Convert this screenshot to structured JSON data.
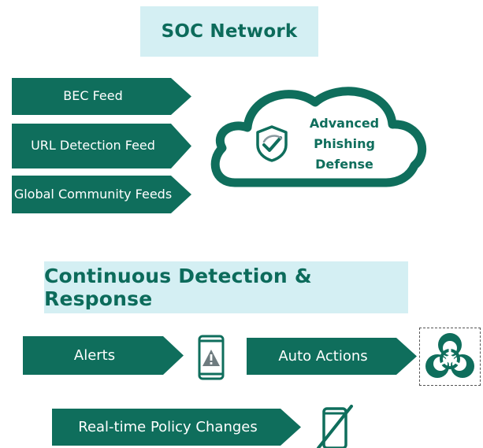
{
  "soc": {
    "title": "SOC Network",
    "feeds": [
      {
        "label": "BEC Feed"
      },
      {
        "label": "URL Detection Feed"
      },
      {
        "label": "Global Community Feeds"
      }
    ],
    "cloud_label": "Advanced Phishing Defense",
    "cloud_icon": "shield-check-icon"
  },
  "cdr": {
    "title": "Continuous Detection & Response",
    "alerts_label": "Alerts",
    "alerts_icon": "phone-warning-icon",
    "auto_actions_label": "Auto Actions",
    "auto_actions_icon": "biohazard-icon",
    "policy_label": "Real-time Policy Changes",
    "policy_icon": "phone-blocked-icon"
  },
  "colors": {
    "primary": "#0f6e5c",
    "title_bg": "#d4eff3",
    "title_text": "#0c6b5b"
  }
}
